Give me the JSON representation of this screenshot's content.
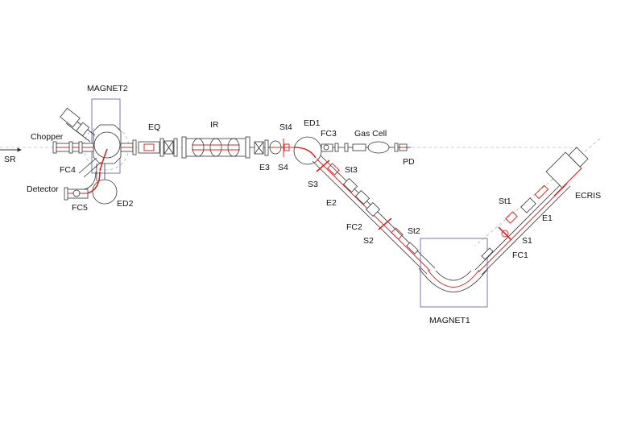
{
  "labels": {
    "magnet2": "MAGNET2",
    "chopper": "Chopper",
    "sr": "SR",
    "fc4": "FC4",
    "detector": "Detector",
    "fc5": "FC5",
    "ed2": "ED2",
    "eq": "EQ",
    "ir": "IR",
    "e3": "E3",
    "st4": "St4",
    "s4": "S4",
    "ed1": "ED1",
    "fc3": "FC3",
    "gas_cell": "Gas Cell",
    "pd": "PD",
    "st3": "St3",
    "s3": "S3",
    "e2": "E2",
    "fc2": "FC2",
    "s2": "S2",
    "st2": "St2",
    "magnet1": "MAGNET1",
    "st1": "St1",
    "e1": "E1",
    "s1": "S1",
    "fc1": "FC1",
    "ecris": "ECRIS"
  },
  "colors": {
    "beam": "#d42a2a",
    "line": "#333333",
    "magnet": "#6a6aa8",
    "guide": "#9a9a9a"
  }
}
